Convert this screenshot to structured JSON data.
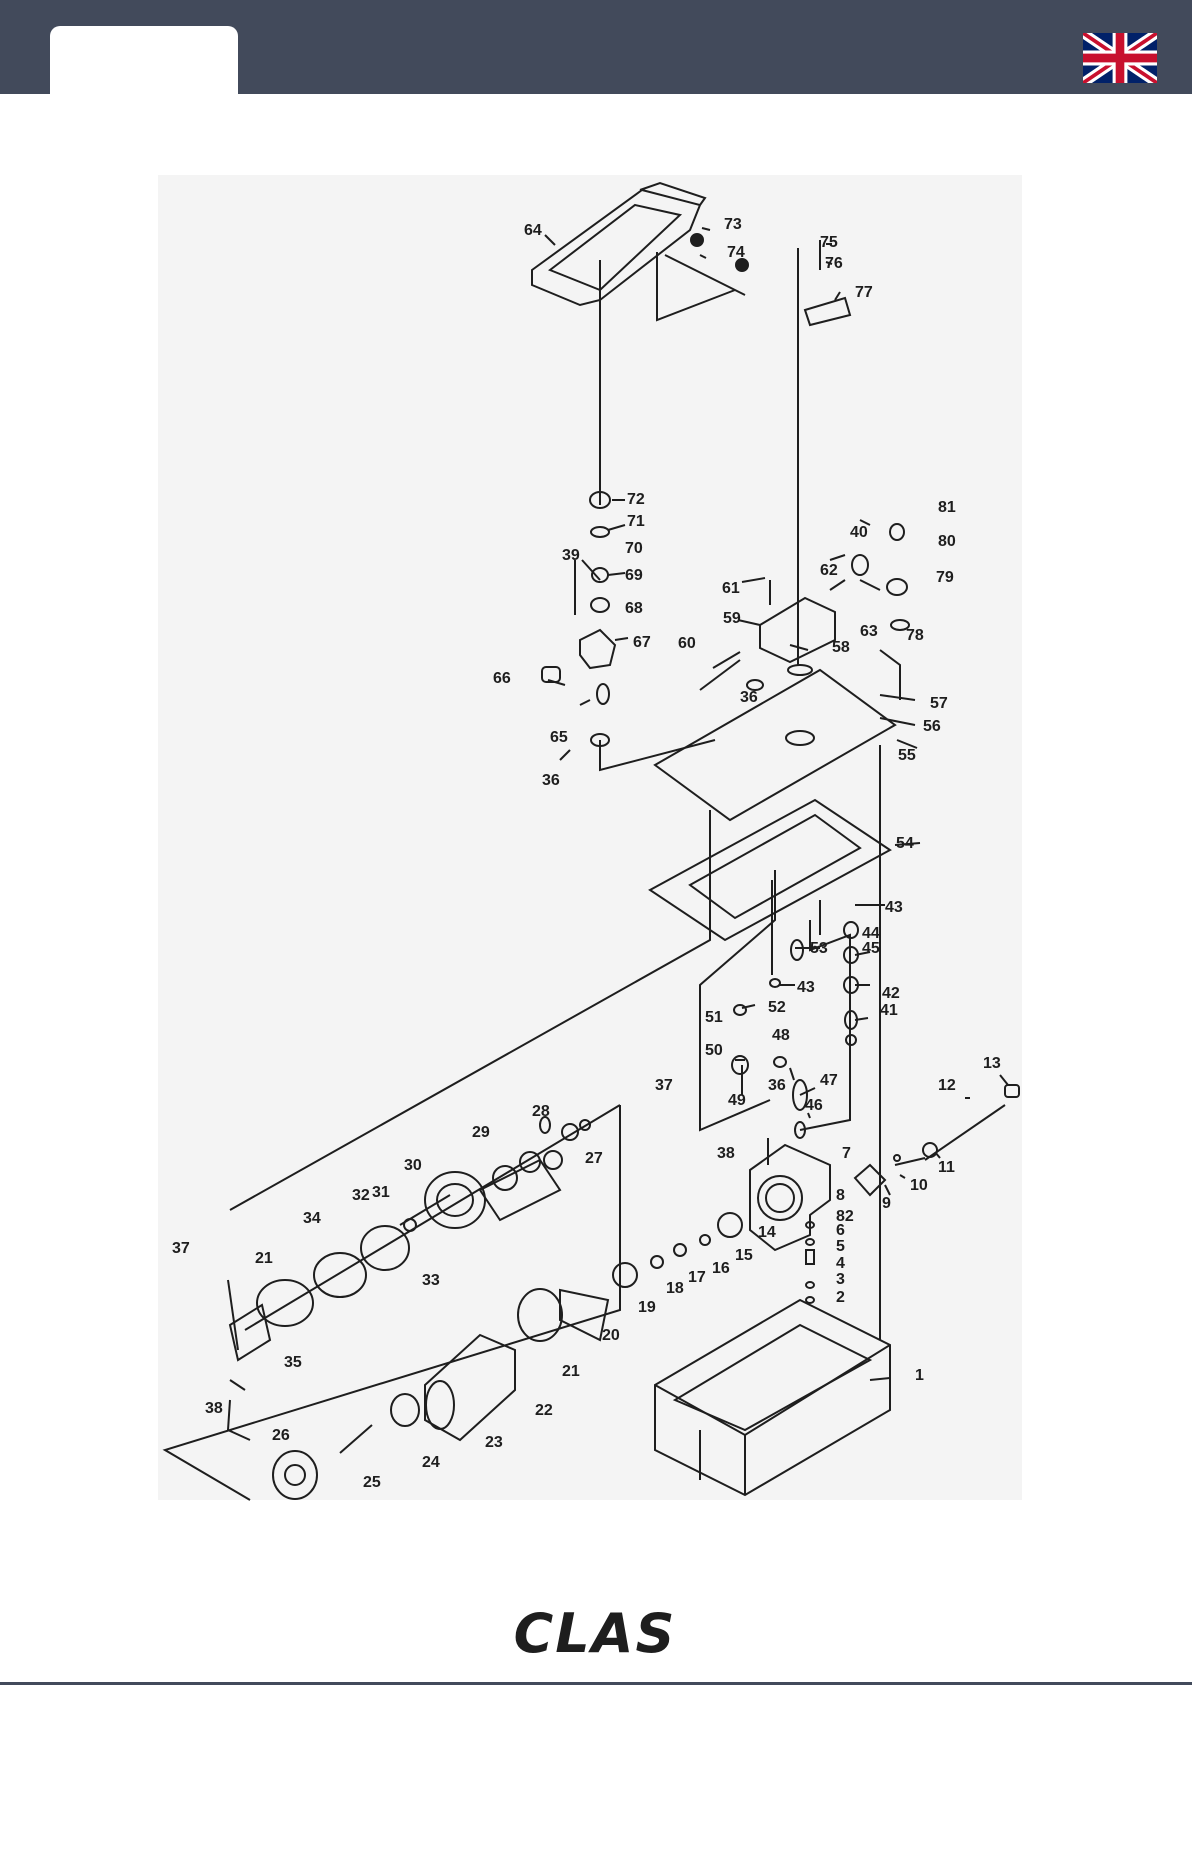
{
  "brand": {
    "logo_text": "CLAS",
    "header_color": "#424a5b"
  },
  "language": {
    "flag": "uk-flag-icon"
  },
  "diagram": {
    "labels": [
      "1",
      "2",
      "3",
      "4",
      "5",
      "6",
      "7",
      "8",
      "9",
      "10",
      "11",
      "12",
      "13",
      "14",
      "15",
      "16",
      "17",
      "18",
      "19",
      "20",
      "21",
      "21",
      "22",
      "23",
      "24",
      "25",
      "26",
      "27",
      "28",
      "29",
      "30",
      "31",
      "32",
      "33",
      "34",
      "35",
      "36",
      "36",
      "36",
      "37",
      "37",
      "38",
      "38",
      "39",
      "40",
      "41",
      "42",
      "43",
      "43",
      "44",
      "45",
      "46",
      "47",
      "48",
      "49",
      "50",
      "51",
      "52",
      "53",
      "54",
      "55",
      "56",
      "57",
      "58",
      "59",
      "60",
      "61",
      "62",
      "63",
      "64",
      "65",
      "66",
      "67",
      "68",
      "69",
      "70",
      "71",
      "72",
      "73",
      "74",
      "75",
      "76",
      "77",
      "78",
      "79",
      "80",
      "81",
      "82"
    ]
  }
}
